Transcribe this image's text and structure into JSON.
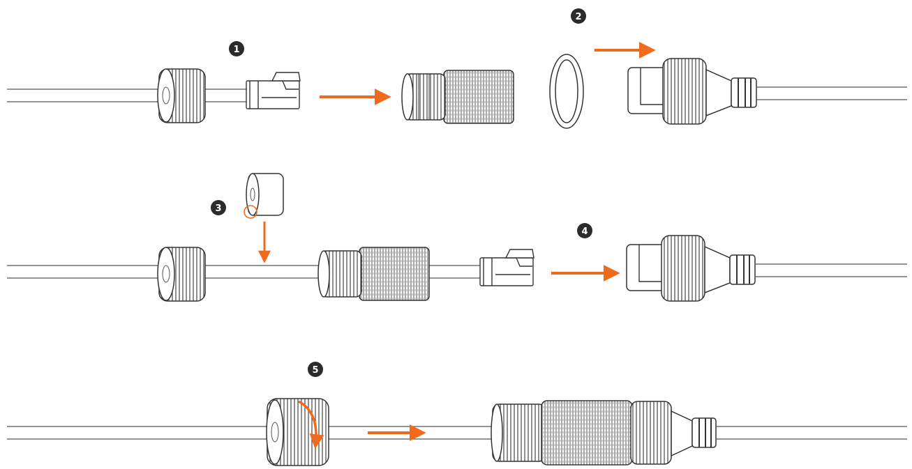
{
  "steps": [
    {
      "label": "1"
    },
    {
      "label": "2"
    },
    {
      "label": "3"
    },
    {
      "label": "4"
    },
    {
      "label": "5"
    }
  ],
  "colors": {
    "accent": "#f06a1c",
    "ink": "#3a3a3a",
    "badge": "#2b2b2b",
    "cable": "#555555",
    "background": "#ffffff"
  },
  "icons": [
    "step-badge",
    "arrow-right",
    "arrow-down",
    "rotate-arrow"
  ]
}
